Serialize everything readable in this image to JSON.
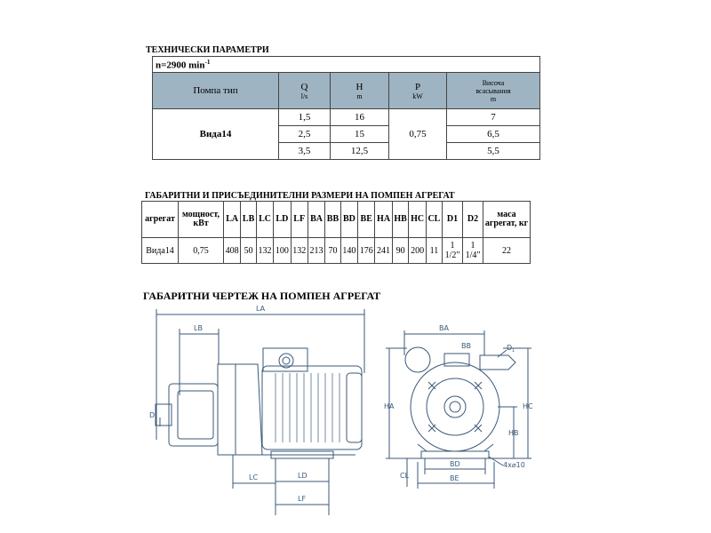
{
  "technical": {
    "title": "ТЕХНИЧЕСКИ ПАРАМЕТРИ",
    "speed": "n=2900 min",
    "speed_exp": "-1",
    "headers": {
      "pump_type": "Помпа тип",
      "q": "Q",
      "q_unit": "l/s",
      "h": "H",
      "h_unit": "m",
      "p": "P",
      "p_unit": "kW",
      "suction_1": "Височа",
      "suction_2": "всасывания",
      "suction_unit": "m"
    },
    "model": "Вида14",
    "power": "0,75",
    "rows": [
      {
        "q": "1,5",
        "h": "16",
        "s": "7"
      },
      {
        "q": "2,5",
        "h": "15",
        "s": "6,5"
      },
      {
        "q": "3,5",
        "h": "12,5",
        "s": "5,5"
      }
    ]
  },
  "dimensions": {
    "title": "ГАБАРИТНИ И ПРИСЪЕДИНИТЕЛНИ РАЗМЕРИ НА ПОМПЕН АГРЕГАТ",
    "headers": [
      "агрегат",
      "мощност, кВт",
      "LA",
      "LB",
      "LC",
      "LD",
      "LF",
      "BA",
      "BB",
      "BD",
      "BE",
      "HA",
      "HB",
      "HC",
      "CL",
      "D1",
      "D2",
      "маса агрегат, кг"
    ],
    "row": [
      "Вида14",
      "0,75",
      "408",
      "50",
      "132",
      "100",
      "132",
      "213",
      "70",
      "140",
      "176",
      "241",
      "90",
      "200",
      "11",
      "1 1/2\"",
      "1 1/4\"",
      "22"
    ]
  },
  "drawing": {
    "title": "ГАБАРИТНИ ЧЕРТЕЖ НА ПОМПЕН АГРЕГАТ",
    "labels": {
      "la": "LA",
      "lb": "LB",
      "lc": "LC",
      "ld": "LD",
      "lf": "LF",
      "d": "D",
      "ba": "BA",
      "bb": "BB",
      "bd": "BD",
      "be": "BE",
      "ha": "HA",
      "hb": "HB",
      "hc": "HC",
      "cl": "CL",
      "d1": "D",
      "d1_sub": "1",
      "holes": "4x⌀10"
    },
    "line_color": "#3a5a78"
  }
}
